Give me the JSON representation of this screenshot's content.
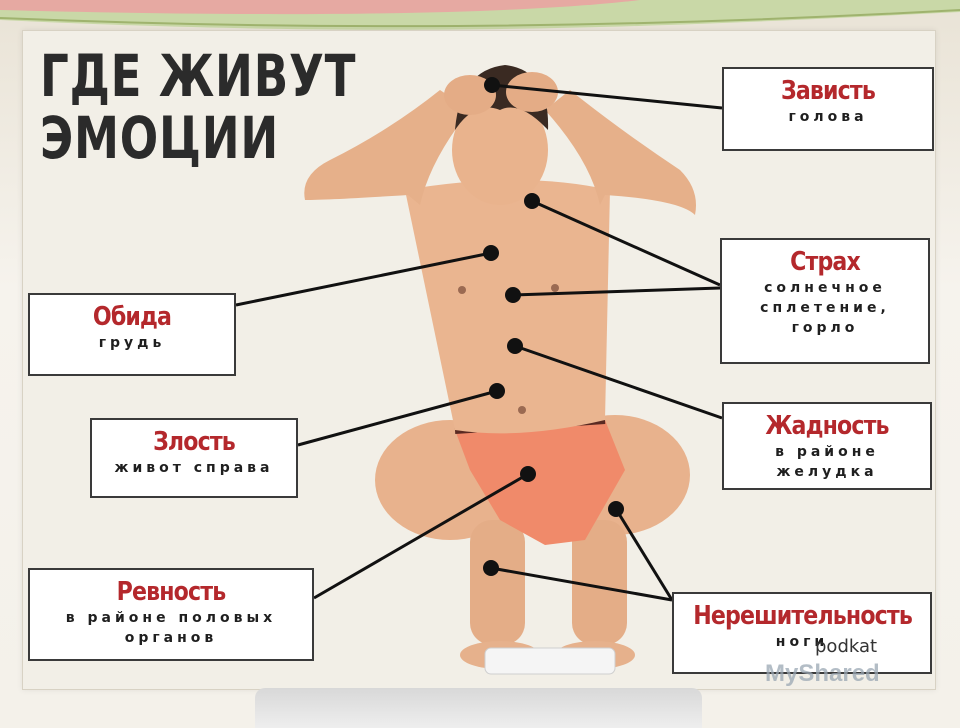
{
  "title": "ГДЕ ЖИВУТ\nЭМОЦИИ",
  "callouts": {
    "zavist": {
      "name": "Зависть",
      "location": "голова"
    },
    "strah": {
      "name": "Страх",
      "location": "солнечное\nсплетение,\nгорло"
    },
    "obida": {
      "name": "Обида",
      "location": "грудь"
    },
    "zlost": {
      "name": "Злость",
      "location": "живот справа"
    },
    "zhadnost": {
      "name": "Жадность",
      "location": "в районе\nжелудка"
    },
    "revnost": {
      "name": "Ревность",
      "location": "в районе половых\nорганов"
    },
    "nereshitelnost": {
      "name": "Нерешительность",
      "location": "ноги"
    }
  },
  "watermark": {
    "podkat": "podkat",
    "myshared": "MyShared"
  },
  "colors": {
    "emotion_name": "#b4282c",
    "skin": "#e9b48f",
    "shorts": "#f08a6a",
    "marker": "#111111"
  }
}
